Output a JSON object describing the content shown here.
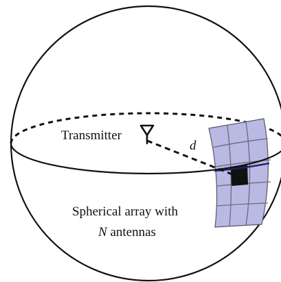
{
  "labels": {
    "transmitter": "Transmitter",
    "distance": "d",
    "array_line1": "Spherical array with",
    "array_line2_var": "N",
    "array_line2_rest": " antennas"
  },
  "colors": {
    "outline": "#111111",
    "array_fill": "#b9b9e4",
    "array_grid": "#6a6a7a",
    "antenna_highlight": "#111111",
    "equator_front_on_array": "#1f1f6b"
  },
  "array": {
    "rows": 5,
    "cols": 3
  }
}
